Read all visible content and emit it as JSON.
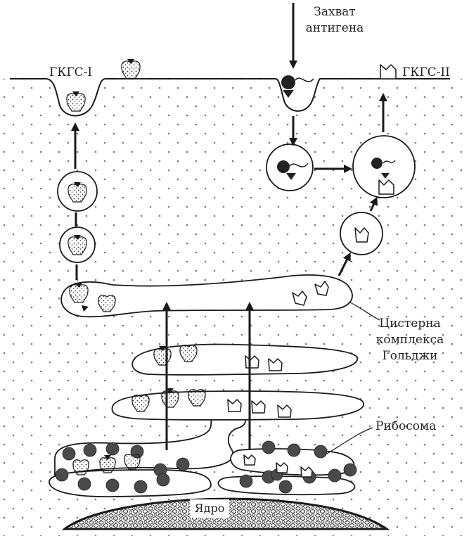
{
  "labels": {
    "capture_line1": "Захват",
    "capture_line2": "антигена",
    "mhc1": "ГКГС-I",
    "mhc2": "ГКГС-II",
    "golgi_line1": "Цистерна",
    "golgi_line2": "комплекса",
    "golgi_line3": "Гольджи",
    "ribosome": "Рибосома",
    "nucleus": "Ядро"
  },
  "colors": {
    "ink": "#1a1a1a",
    "ribosome": "#4a4a4a",
    "stipple": "#777777",
    "paper": "#ffffff"
  }
}
